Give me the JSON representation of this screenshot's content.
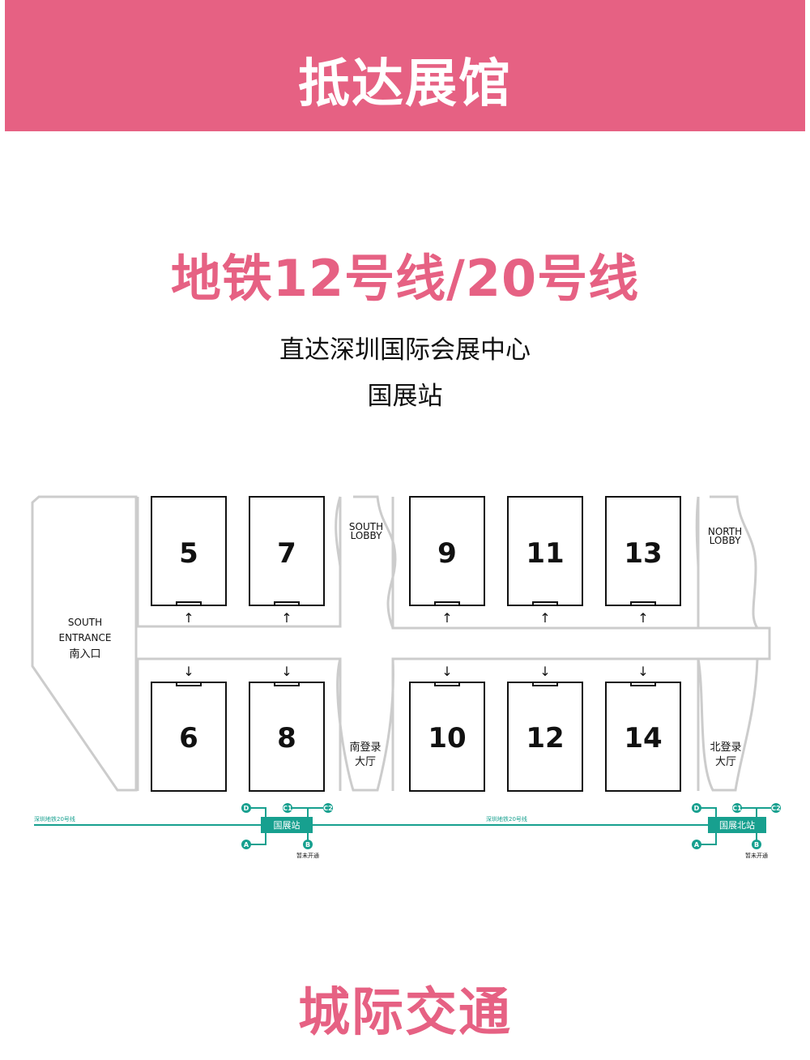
{
  "header": {
    "title": "抵达展馆"
  },
  "metro": {
    "title": "地铁12号线/20号线",
    "line1": "直达深圳国际会展中心",
    "line2": "国展站"
  },
  "map": {
    "halls_top": [
      "5",
      "7",
      "9",
      "11",
      "13"
    ],
    "halls_bottom": [
      "6",
      "8",
      "10",
      "12",
      "14"
    ],
    "south_lobby": [
      "SOUTH",
      "LOBBY"
    ],
    "north_lobby": [
      "NORTH",
      "LOBBY"
    ],
    "south_entrance": [
      "SOUTH",
      "ENTRANCE",
      "南入口"
    ],
    "south_hall": [
      "南登录",
      "大厅"
    ],
    "north_hall": [
      "北登录",
      "大厅"
    ],
    "line_label": "深圳地铁20号线",
    "station_south": "国展站",
    "station_north": "国展北站",
    "exits": [
      "D",
      "C1",
      "C2",
      "A",
      "B"
    ],
    "not_open": "暂未开通",
    "colors": {
      "accent": "#e66183",
      "metro": "#17a08f",
      "outline": "#cccccc"
    }
  },
  "footer": {
    "title": "城际交通"
  }
}
